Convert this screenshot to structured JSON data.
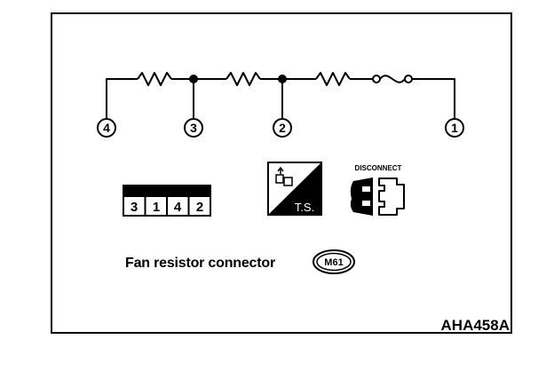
{
  "circuit": {
    "pins": [
      "4",
      "3",
      "2",
      "1"
    ]
  },
  "connector_face": {
    "terminals": [
      "3",
      "1",
      "4",
      "2"
    ]
  },
  "ts_icon": {
    "label": "T.S."
  },
  "disconnect_icon": {
    "label": "DISCONNECT"
  },
  "caption": {
    "text": "Fan resistor connector",
    "badge": "M61"
  },
  "reference_code": "AHA458A",
  "colors": {
    "ink": "#000000",
    "paper": "#ffffff"
  }
}
